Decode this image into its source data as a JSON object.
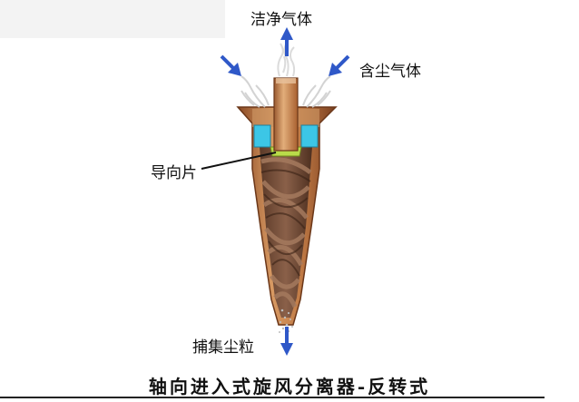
{
  "labels": {
    "clean_gas": "洁净气体",
    "dusty_gas": "含尘气体",
    "guide_vane": "导向片",
    "dust_collection": "捕集尘粒"
  },
  "caption": "轴向进入式旋风分离器-反转式",
  "colors": {
    "copper": "#b8703e",
    "copper_dark": "#7a4322",
    "dust": "#6e4a35",
    "cyan_block": "#3cc6e6",
    "guide_vane": "#b9dc4a",
    "arrow_blue": "#2f58c8"
  }
}
